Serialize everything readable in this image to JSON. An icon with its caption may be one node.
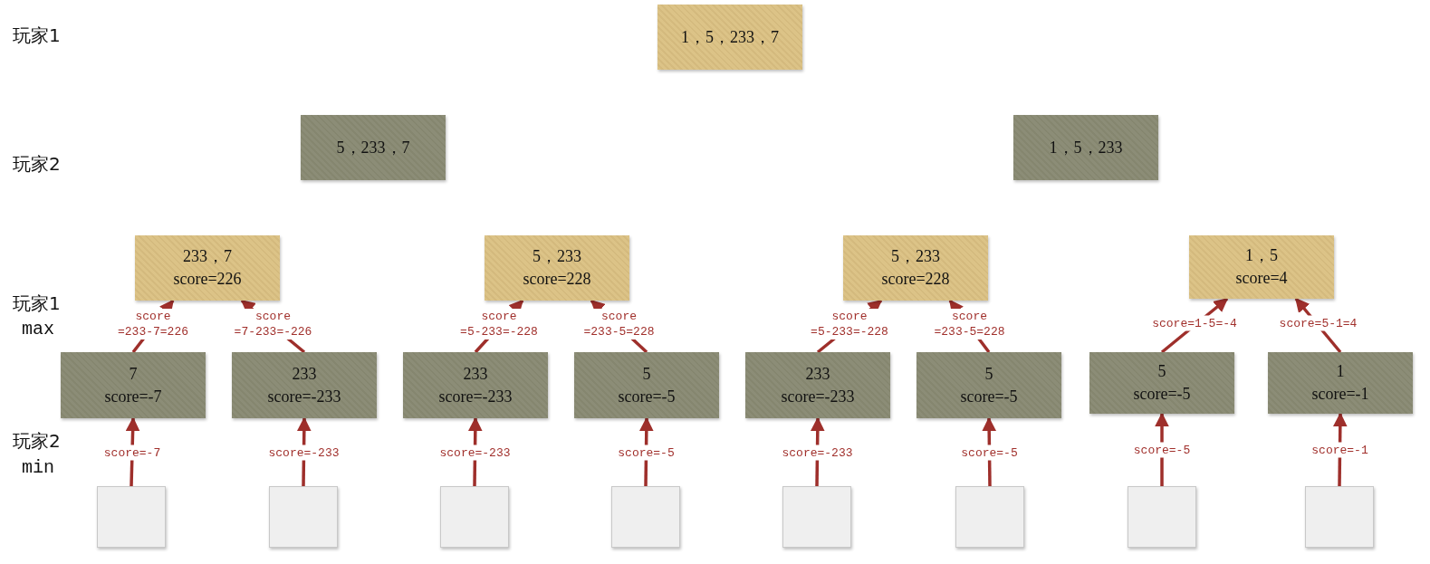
{
  "diagram": {
    "nodes": [
      {
        "text": [
          "1，5，233，7"
        ]
      },
      {
        "text": [
          "5，233，7"
        ]
      },
      {
        "text": [
          "1，5，233"
        ]
      },
      {
        "text": [
          "233，7",
          "score=226"
        ]
      },
      {
        "text": [
          "5，233",
          "score=228"
        ]
      },
      {
        "text": [
          "5，233",
          "score=228"
        ]
      },
      {
        "text": [
          "1，5",
          "score=4"
        ]
      },
      {
        "text": [
          "7",
          "score=-7"
        ]
      },
      {
        "text": [
          "233",
          "score=-233"
        ]
      },
      {
        "text": [
          "233",
          "score=-233"
        ]
      },
      {
        "text": [
          "5",
          "score=-5"
        ]
      },
      {
        "text": [
          "233",
          "score=-233"
        ]
      },
      {
        "text": [
          "5",
          "score=-5"
        ]
      },
      {
        "text": [
          "5",
          "score=-5"
        ]
      },
      {
        "text": [
          "1",
          "score=-1"
        ]
      },
      {
        "text": [],
        "shape": "box"
      },
      {
        "text": [],
        "shape": "box"
      },
      {
        "text": [],
        "shape": "box"
      },
      {
        "text": [],
        "shape": "box"
      },
      {
        "text": [],
        "shape": "box"
      },
      {
        "text": [],
        "shape": "box"
      },
      {
        "text": [],
        "shape": "box"
      },
      {
        "text": [],
        "shape": "box"
      }
    ],
    "edges": [
      {
        "from": 7,
        "to": 3,
        "arrow": "to",
        "label": "score =233-7=226"
      },
      {
        "from": 8,
        "to": 3,
        "arrow": "to",
        "label": "score =7-233=-226"
      },
      {
        "from": 9,
        "to": 4,
        "arrow": "to",
        "label": "score =5-233=-228"
      },
      {
        "from": 10,
        "to": 4,
        "arrow": "to",
        "label": "score =233-5=228"
      },
      {
        "from": 11,
        "to": 5,
        "arrow": "to",
        "label": "score =5-233=-228"
      },
      {
        "from": 12,
        "to": 5,
        "arrow": "to",
        "label": "score =233-5=228"
      },
      {
        "from": 13,
        "to": 6,
        "arrow": "to",
        "label": "score=1-5=-4"
      },
      {
        "from": 14,
        "to": 6,
        "arrow": "to",
        "label": "score=5-1=4"
      },
      {
        "from": 15,
        "to": 7,
        "arrow": "to",
        "label": "score=-7"
      },
      {
        "from": 16,
        "to": 8,
        "arrow": "to",
        "label": "score=-233"
      },
      {
        "from": 17,
        "to": 9,
        "arrow": "to",
        "label": "score=-233"
      },
      {
        "from": 18,
        "to": 10,
        "arrow": "to",
        "label": "score=-5"
      },
      {
        "from": 19,
        "to": 11,
        "arrow": "to",
        "label": "score=-233"
      },
      {
        "from": 20,
        "to": 12,
        "arrow": "to",
        "label": "score=-5"
      },
      {
        "from": 21,
        "to": 13,
        "arrow": "to",
        "label": "score=-5"
      },
      {
        "from": 22,
        "to": 14,
        "arrow": "to",
        "label": "score=-1"
      }
    ],
    "labels": [
      "玩家1",
      "玩家2",
      "玩家1",
      "max",
      "玩家2",
      "min"
    ]
  }
}
